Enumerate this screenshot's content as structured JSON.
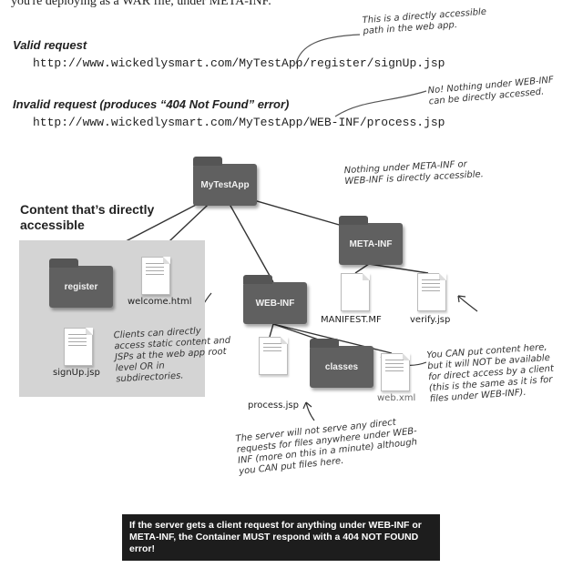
{
  "intro": "you're deploying as a WAR file, under META-INF.",
  "valid": {
    "label": "Valid request",
    "url": "http://www.wickedlysmart.com/MyTestApp/register/signUp.jsp"
  },
  "invalid": {
    "label": "Invalid request  (produces “404 Not Found” error)",
    "url": "http://www.wickedlysmart.com/MyTestApp/WEB-INF/process.jsp"
  },
  "notes": {
    "accessible_path": "This is a directly accessible path in the web app.",
    "no_web_inf": "No! Nothing under WEB-INF can be directly accessed.",
    "nothing_under": "Nothing under META-INF or WEB-INF is directly accessible.",
    "clients_access": "Clients can directly access static content and JSPs at the web app root level OR in subdirectories.",
    "you_can_put": "You CAN put content here, but it will NOT be available for direct access by a client (this is the same as it is for files under WEB-INF).",
    "server_not_serve": "The server will not serve any direct requests for files anywhere under WEB-INF (more on this in a minute) although you CAN put files here."
  },
  "section_title": "Content that’s directly accessible",
  "folders": {
    "root": "MyTestApp",
    "meta": "META-INF",
    "web": "WEB-INF",
    "register": "register",
    "classes": "classes"
  },
  "files": {
    "welcome": "welcome.html",
    "signup": "signUp.jsp",
    "manifest": "MANIFEST.MF",
    "verify": "verify.jsp",
    "process": "process.jsp",
    "webxml": "web.xml"
  },
  "warning": "If the server gets a client request for anything under WEB-INF or META-INF, the Container MUST respond with a 404 NOT FOUND error!"
}
